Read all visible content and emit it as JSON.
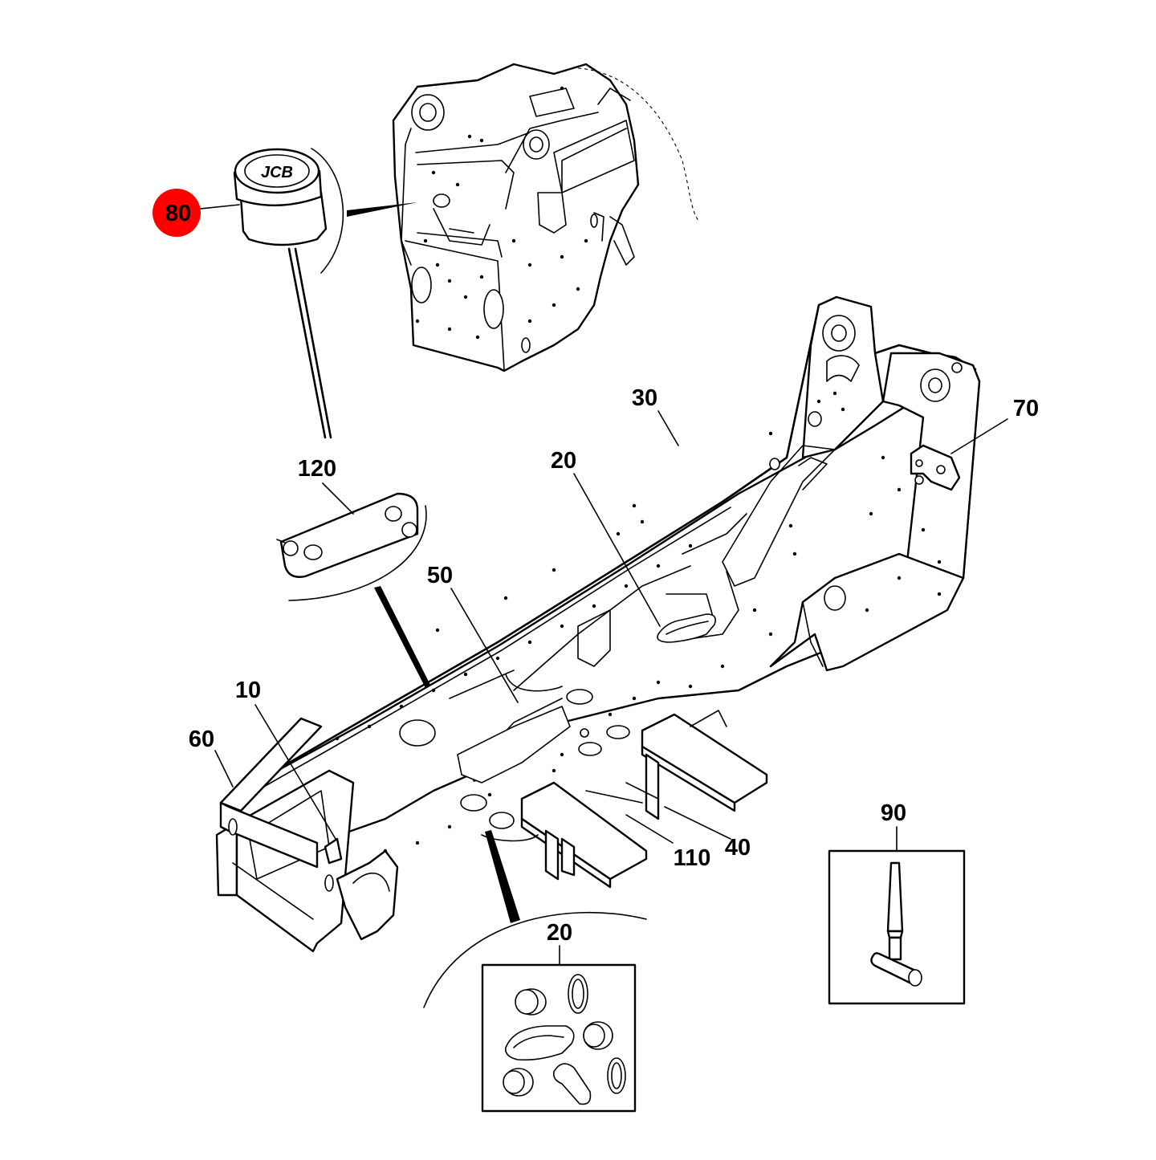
{
  "callouts": [
    {
      "id": "80",
      "highlight": true
    },
    {
      "id": "120"
    },
    {
      "id": "30"
    },
    {
      "id": "70"
    },
    {
      "id": "20"
    },
    {
      "id": "50"
    },
    {
      "id": "10"
    },
    {
      "id": "60"
    },
    {
      "id": "110"
    },
    {
      "id": "40"
    },
    {
      "id": "90"
    },
    {
      "id": "20"
    }
  ],
  "logo_text": "JCB",
  "colors": {
    "highlight": "#ff0000",
    "ink": "#000000",
    "paper": "#ffffff"
  }
}
